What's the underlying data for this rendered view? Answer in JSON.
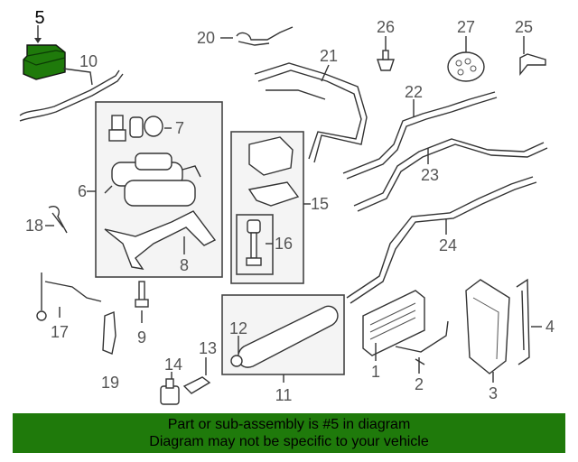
{
  "diagram": {
    "highlighted_part": "5",
    "highlight_color": "#1f7a0b",
    "part_numbers": {
      "p1": "1",
      "p2": "2",
      "p3": "3",
      "p4": "4",
      "p5": "5",
      "p6": "6",
      "p7": "7",
      "p8": "8",
      "p9": "9",
      "p10": "10",
      "p11": "11",
      "p12": "12",
      "p13": "13",
      "p14": "14",
      "p15": "15",
      "p16": "16",
      "p17": "17",
      "p18": "18",
      "p19": "19",
      "p20": "20",
      "p21": "21",
      "p22": "22",
      "p23": "23",
      "p24": "24",
      "p25": "25",
      "p26": "26",
      "p27": "27"
    }
  },
  "banner": {
    "line1": "Part or sub-assembly is #5 in diagram",
    "line2": "Diagram may not be specific to your vehicle",
    "background": "#1f7a0b"
  }
}
